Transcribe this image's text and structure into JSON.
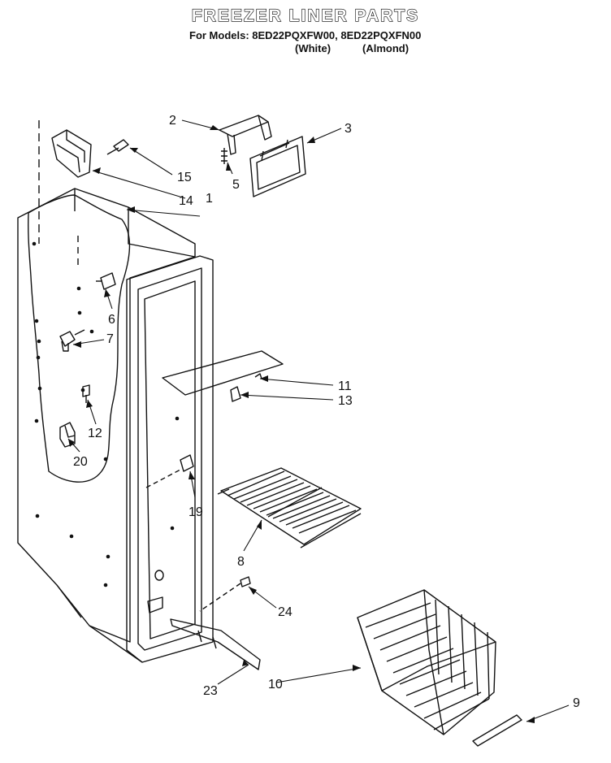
{
  "header": {
    "title": "FREEZER LINER PARTS",
    "models_line": "For Models: 8ED22PQXFW00, 8ED22PQXFN00",
    "variant_white": "(White)",
    "variant_almond": "(Almond)"
  },
  "callouts": [
    "1",
    "2",
    "3",
    "5",
    "6",
    "7",
    "8",
    "9",
    "10",
    "11",
    "12",
    "13",
    "14",
    "15",
    "19",
    "20",
    "23",
    "24"
  ],
  "colors": {
    "line": "#111111",
    "background": "#ffffff"
  }
}
